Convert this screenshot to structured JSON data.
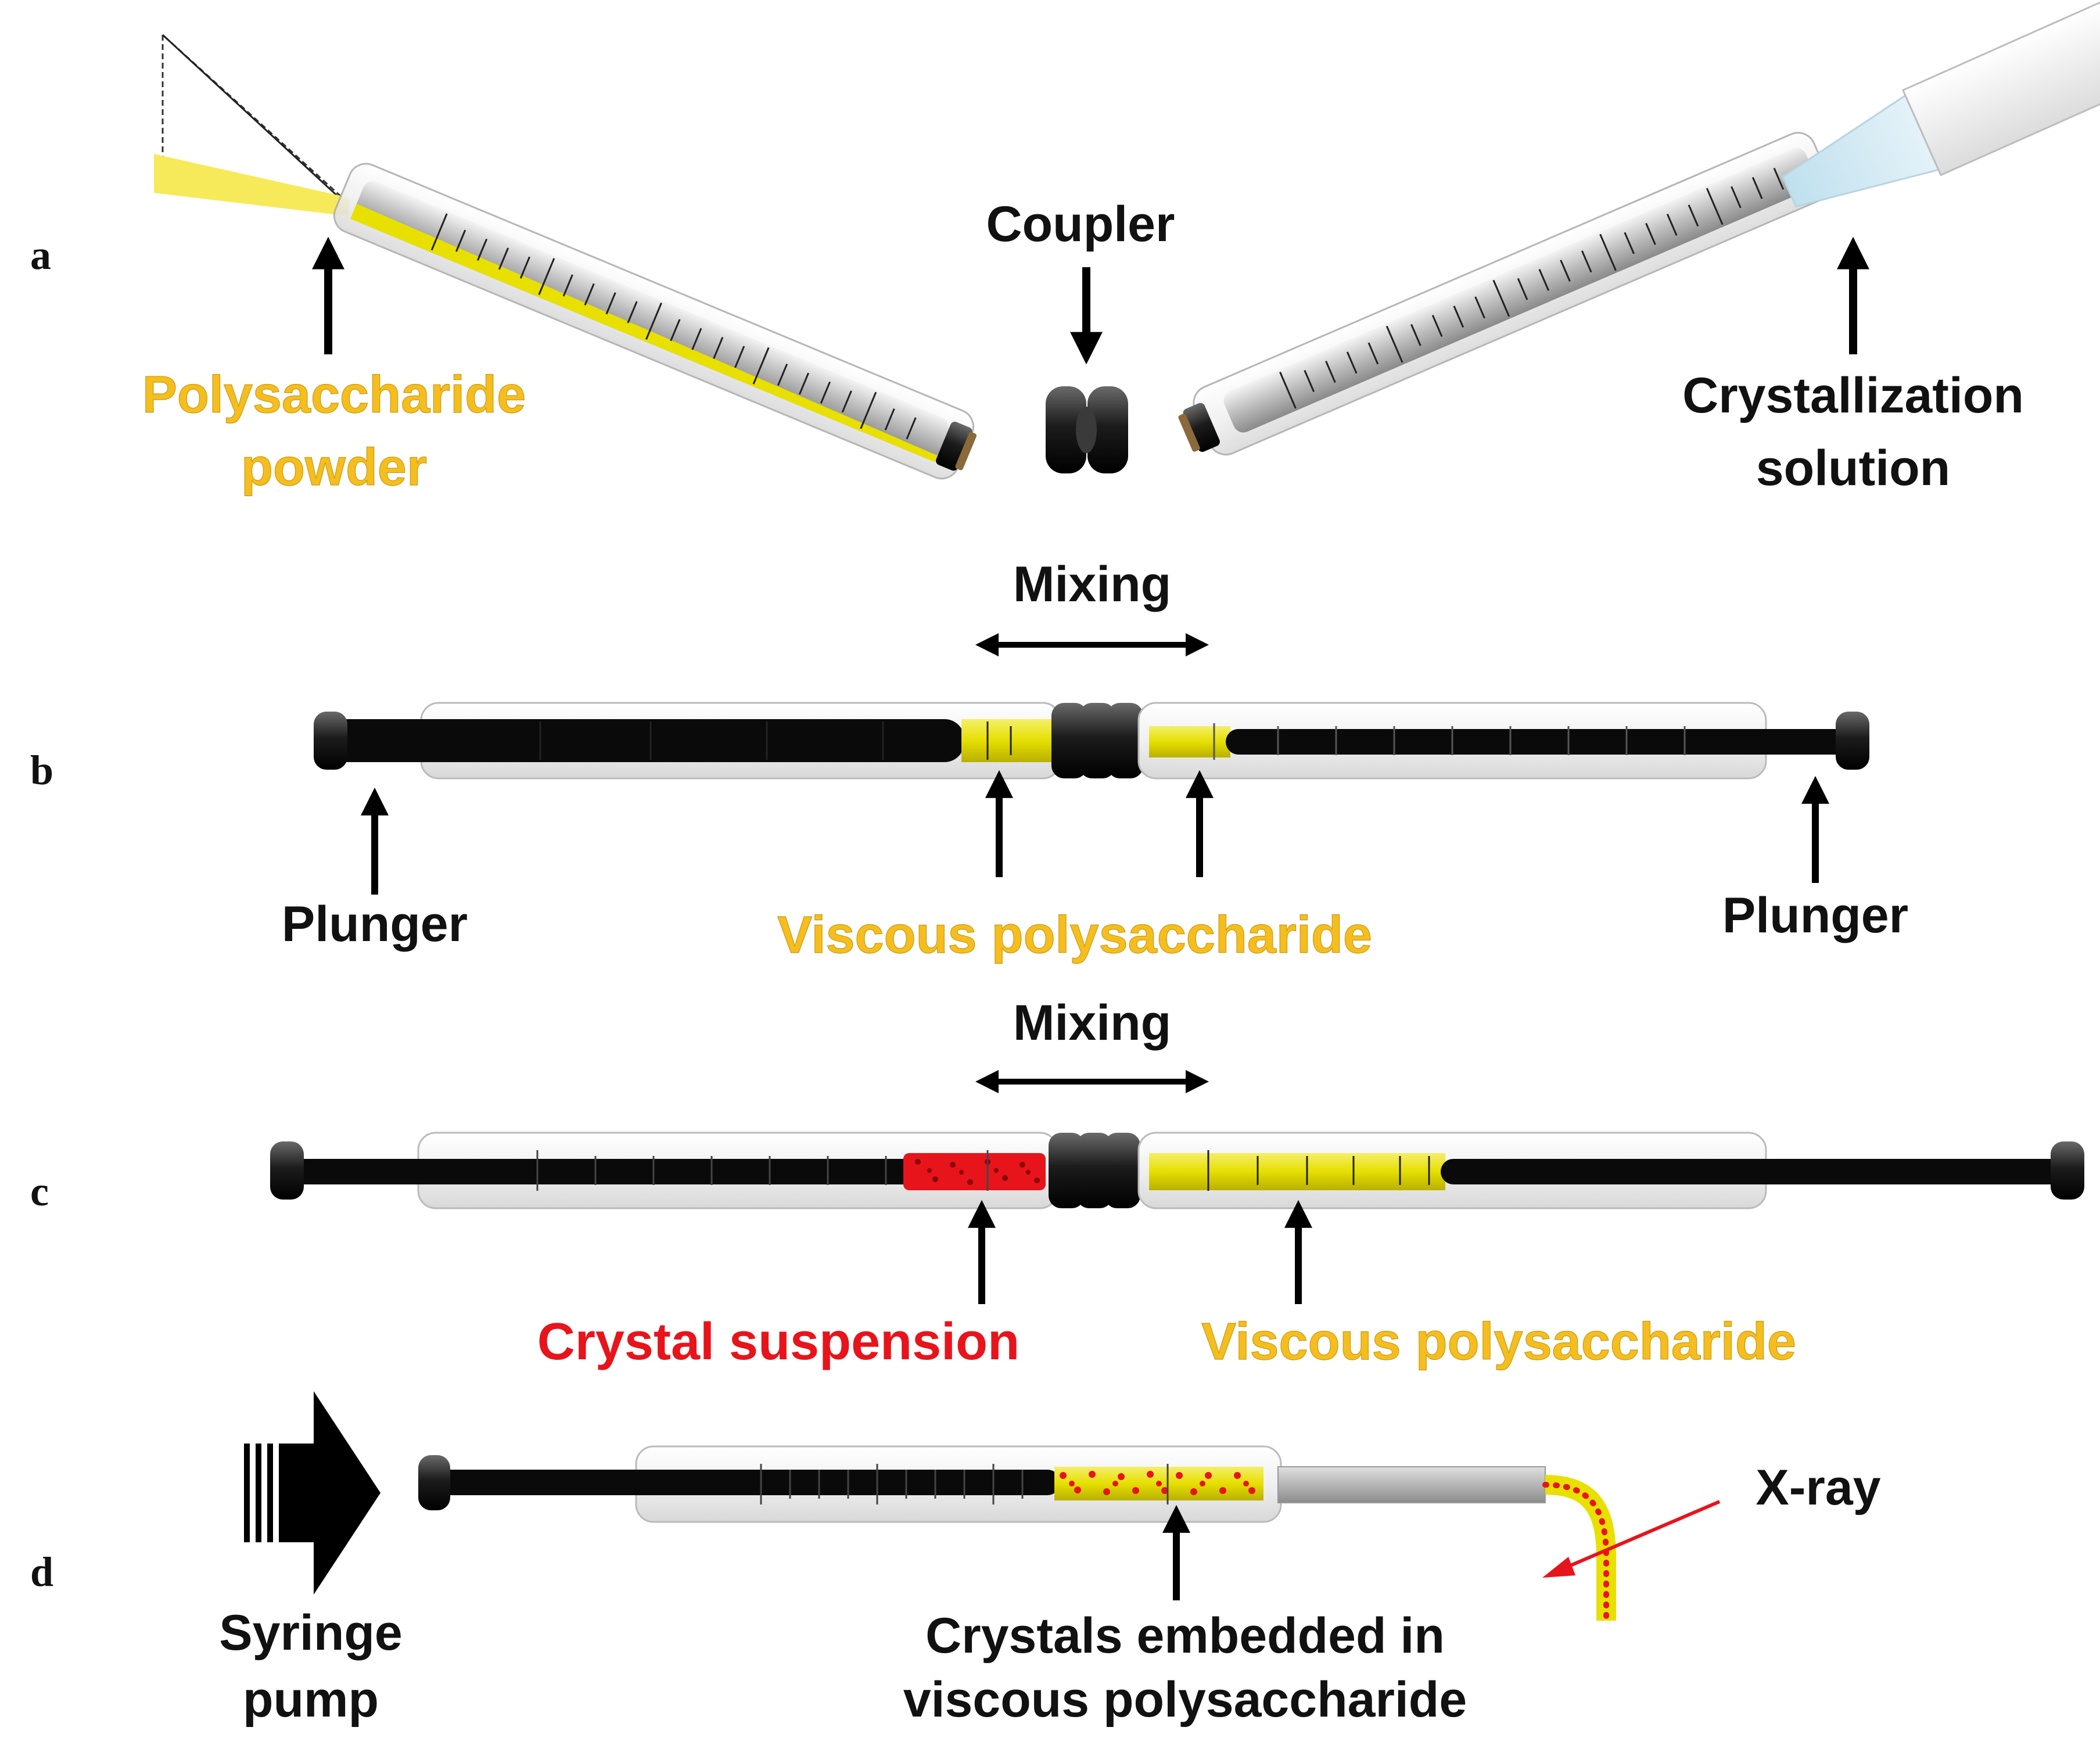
{
  "colors": {
    "polysaccharide": "#F5BE1E",
    "polysaccharide_fill": "#E8E000",
    "crystal": "#E8141B",
    "plunger": "#0a0a0a",
    "barrel": "#f1f1f1",
    "solution": "#cde6f2"
  },
  "panels": {
    "a": {
      "letter": "a",
      "powder_label_line1": "Polysaccharide",
      "powder_label_line2": "powder",
      "coupler_label": "Coupler",
      "solution_label_line1": "Crystallization",
      "solution_label_line2": "solution"
    },
    "b": {
      "letter": "b",
      "mixing_label": "Mixing",
      "plunger_left_label": "Plunger",
      "plunger_right_label": "Plunger",
      "viscous_label": "Viscous polysaccharide"
    },
    "c": {
      "letter": "c",
      "mixing_label": "Mixing",
      "crystal_label": "Crystal suspension",
      "viscous_label": "Viscous polysaccharide"
    },
    "d": {
      "letter": "d",
      "pump_label_line1": "Syringe",
      "pump_label_line2": "pump",
      "embedded_label_line1": "Crystals embedded in",
      "embedded_label_line2": "viscous polysaccharide",
      "xray_label": "X-ray"
    }
  }
}
